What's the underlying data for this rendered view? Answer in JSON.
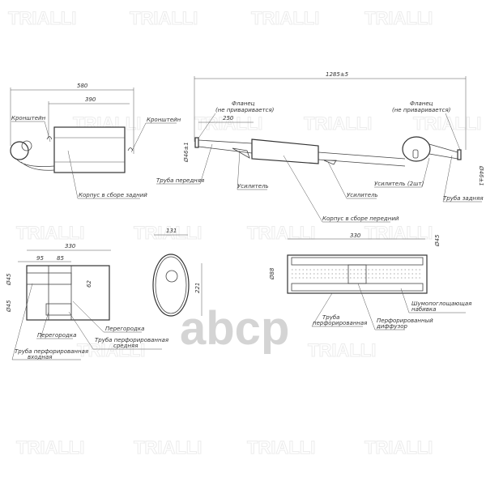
{
  "watermark": {
    "brand": "TRIALLI",
    "site_logo": "abcp"
  },
  "view_rear": {
    "dim_total": "580",
    "dim_body": "390",
    "label_bracket_left": "Кронштейн",
    "label_bracket_right": "Кронштейн",
    "label_body": "Корпус в сборе задний"
  },
  "view_front": {
    "dim_total": "1285±5",
    "dim_pipe": "250",
    "label_flange_left_1": "Фланец",
    "label_flange_left_2": "(не приваривается)",
    "label_flange_right_1": "Фланец",
    "label_flange_right_2": "(не приваривается)",
    "dia_left": "Ø46±1",
    "dia_right": "Ø46±1",
    "label_front_pipe": "Труба передняя",
    "label_reinforcer_1": "Усилитель",
    "label_reinforcer_2": "Усилитель",
    "label_reinforcer_3": "Усилитель (2шт)",
    "label_rear_pipe": "Труба задняя",
    "label_body": "Корпус в сборе передний"
  },
  "section_rear": {
    "dim_total": "330",
    "dim_95": "95",
    "dim_85": "85",
    "dia_top": "Ø45",
    "dia_bottom": "Ø45",
    "dim_62": "62",
    "label_partition_1": "Перегородка",
    "label_partition_2": "Перегородка",
    "label_mid_pipe_1": "Труба перфорированная",
    "label_mid_pipe_2": "средняя",
    "label_in_pipe_1": "Труба перфорированная",
    "label_in_pipe_2": "входная"
  },
  "end_view": {
    "dim_width": "131",
    "dim_height": "221"
  },
  "section_front": {
    "dim_total": "330",
    "dia_body": "Ø88",
    "dia_pipe": "Ø45",
    "label_packing_1": "Шумопоглощающая",
    "label_packing_2": "набивка",
    "label_pipe_1": "Труба",
    "label_pipe_2": "перфорированная",
    "label_diffuser_1": "Перфорированный",
    "label_diffuser_2": "диффузор"
  }
}
